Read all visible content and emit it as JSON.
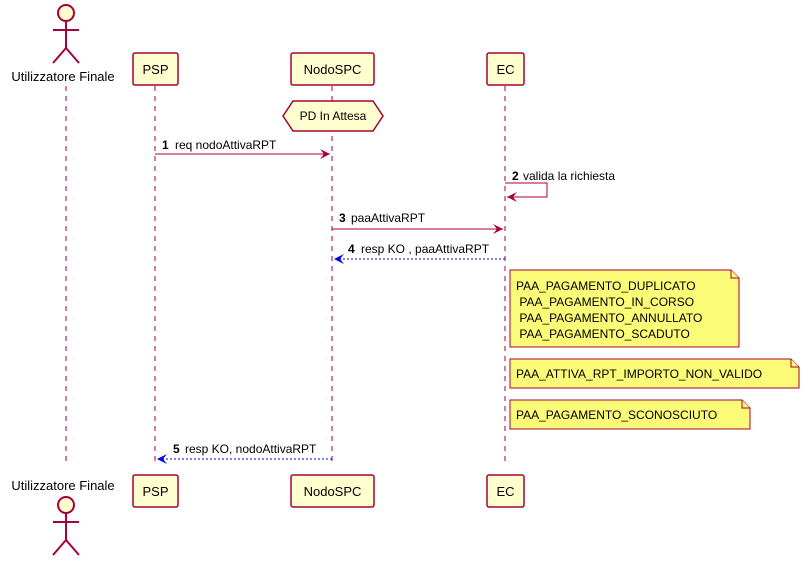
{
  "colors": {
    "participant_fill": "#FEFECE",
    "participant_border": "#A80036",
    "lifeline": "#A80036",
    "arrow_sync": "#A80036",
    "arrow_reply": "#0000FF",
    "note_fill": "#FBFB77",
    "note_border": "#A80036"
  },
  "participants": {
    "actor": {
      "label": "Utilizzatore Finale",
      "icon": "actor-stick-figure-icon"
    },
    "psp": {
      "label": "PSP"
    },
    "nodo": {
      "label": "NodoSPC"
    },
    "ec": {
      "label": "EC"
    }
  },
  "state": {
    "label": "PD In Attesa"
  },
  "messages": [
    {
      "num": "1",
      "label": "req nodoAttivaRPT",
      "from": "psp",
      "to": "nodo",
      "style": "sync"
    },
    {
      "num": "2",
      "label": "valida la richiesta",
      "from": "ec",
      "to": "ec",
      "style": "self"
    },
    {
      "num": "3",
      "label": "paaAttivaRPT",
      "from": "nodo",
      "to": "ec",
      "style": "sync"
    },
    {
      "num": "4",
      "label": "resp KO , paaAttivaRPT",
      "from": "ec",
      "to": "nodo",
      "style": "reply"
    },
    {
      "num": "5",
      "label": "resp KO, nodoAttivaRPT",
      "from": "nodo",
      "to": "psp",
      "style": "reply"
    }
  ],
  "notes": [
    {
      "lines": [
        "PAA_PAGAMENTO_DUPLICATO",
        " PAA_PAGAMENTO_IN_CORSO",
        " PAA_PAGAMENTO_ANNULLATO",
        " PAA_PAGAMENTO_SCADUTO"
      ]
    },
    {
      "lines": [
        "PAA_ATTIVA_RPT_IMPORTO_NON_VALIDO"
      ]
    },
    {
      "lines": [
        "PAA_PAGAMENTO_SCONOSCIUTO"
      ]
    }
  ]
}
